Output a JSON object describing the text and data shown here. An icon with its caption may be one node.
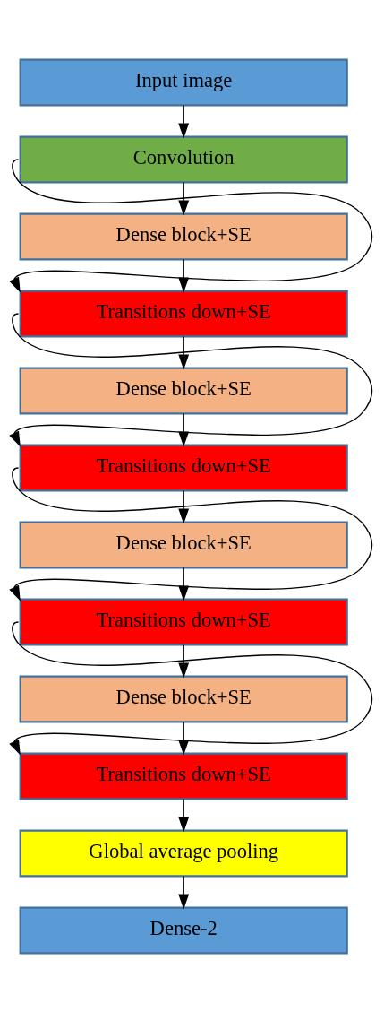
{
  "diagram": {
    "nodes": [
      {
        "text": [
          "Input image"
        ]
      },
      {
        "text": [
          "Convolution"
        ]
      },
      {
        "text": [
          "Dense block+SE"
        ]
      },
      {
        "text": [
          "Transitions down+SE"
        ]
      },
      {
        "text": [
          "Dense block+SE"
        ]
      },
      {
        "text": [
          "Transitions down+SE"
        ]
      },
      {
        "text": [
          "Dense block+SE"
        ]
      },
      {
        "text": [
          "Transitions down+SE"
        ]
      },
      {
        "text": [
          "Dense block+SE"
        ]
      },
      {
        "text": [
          "Transitions down+SE"
        ]
      },
      {
        "text": [
          "Global average pooling"
        ]
      },
      {
        "text": [
          "Dense-2"
        ]
      }
    ],
    "edges": [
      {
        "from": 0,
        "to": 1,
        "arrow": "to"
      },
      {
        "from": 1,
        "to": 2,
        "arrow": "to"
      },
      {
        "from": 2,
        "to": 3,
        "arrow": "to"
      },
      {
        "from": 1,
        "to": 3,
        "arrow": "to"
      },
      {
        "from": 3,
        "to": 4,
        "arrow": "to"
      },
      {
        "from": 4,
        "to": 5,
        "arrow": "to"
      },
      {
        "from": 3,
        "to": 5,
        "arrow": "to"
      },
      {
        "from": 5,
        "to": 6,
        "arrow": "to"
      },
      {
        "from": 6,
        "to": 7,
        "arrow": "to"
      },
      {
        "from": 5,
        "to": 7,
        "arrow": "to"
      },
      {
        "from": 7,
        "to": 8,
        "arrow": "to"
      },
      {
        "from": 8,
        "to": 9,
        "arrow": "to"
      },
      {
        "from": 7,
        "to": 9,
        "arrow": "to"
      },
      {
        "from": 9,
        "to": 10,
        "arrow": "to"
      },
      {
        "from": 10,
        "to": 11,
        "arrow": "to"
      }
    ]
  }
}
